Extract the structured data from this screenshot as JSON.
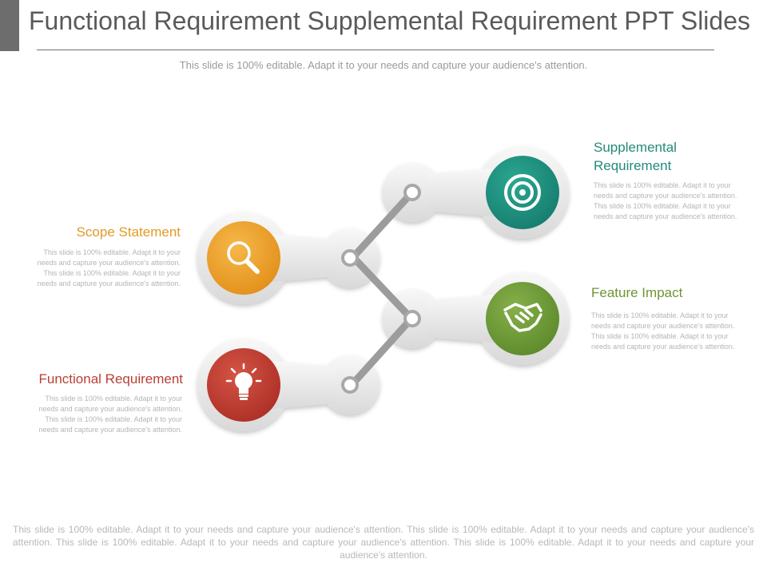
{
  "title": "Functional Requirement Supplemental Requirement PPT Slides",
  "subtitle": "This slide is 100% editable. Adapt it to your needs and capture your audience's attention.",
  "items": [
    {
      "label": "Scope Statement",
      "description": "This slide is 100% editable. Adapt it to your needs and capture your audience's attention. This slide is 100% editable. Adapt it to your needs and capture your audience's attention.",
      "icon": "magnifier-icon",
      "color": "#f0a41e"
    },
    {
      "label": "Functional Requirement",
      "description": "This slide is 100% editable. Adapt it to your needs and capture your audience's attention. This slide is 100% editable. Adapt it to your needs and capture your audience's attention.",
      "icon": "lightbulb-icon",
      "color": "#c43a2f"
    },
    {
      "label": "Supplemental Requirement",
      "description": "This slide is 100% editable. Adapt it to your needs and capture your audience's attention. This slide is 100% editable. Adapt it to your needs and capture your audience's attention.",
      "icon": "target-icon",
      "color": "#1b9180"
    },
    {
      "label": "Feature Impact",
      "description": "This slide is 100% editable. Adapt it to your needs and capture your audience's attention. This slide is 100% editable. Adapt it to your needs and capture your audience's attention.",
      "icon": "handshake-icon",
      "color": "#6e9a37"
    }
  ],
  "footer": "This slide is 100% editable. Adapt it to your needs and capture your audience's attention. This slide is 100% editable. Adapt it to your needs and capture your audience's attention. This slide is 100% editable. Adapt it to your needs and capture your audience's attention. This slide is 100% editable. Adapt it to your needs and capture your audience's attention."
}
